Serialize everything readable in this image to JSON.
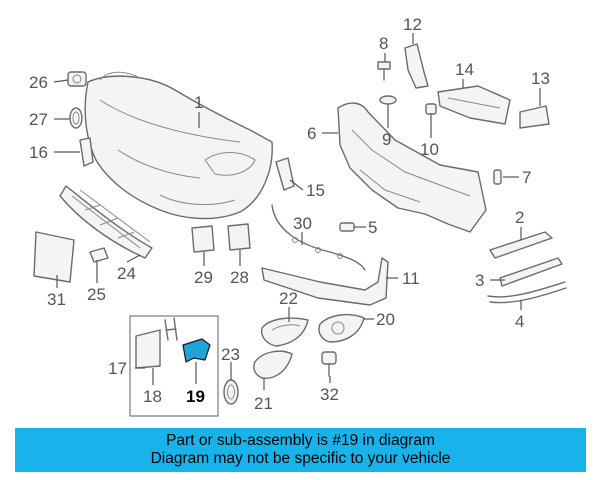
{
  "diagram": {
    "callouts": [
      "26",
      "27",
      "16",
      "1",
      "8",
      "12",
      "14",
      "13",
      "6",
      "9",
      "10",
      "15",
      "7",
      "30",
      "5",
      "2",
      "3",
      "4",
      "11",
      "31",
      "25",
      "24",
      "29",
      "28",
      "22",
      "20",
      "17",
      "18",
      "19",
      "23",
      "21",
      "32"
    ],
    "highlighted_part": "19",
    "highlight_color": "#1fa6d6"
  },
  "banner": {
    "line1": "Part or sub-assembly is #19 in diagram",
    "line2": "Diagram may not be specific to your vehicle",
    "background": "#18b3ea"
  }
}
